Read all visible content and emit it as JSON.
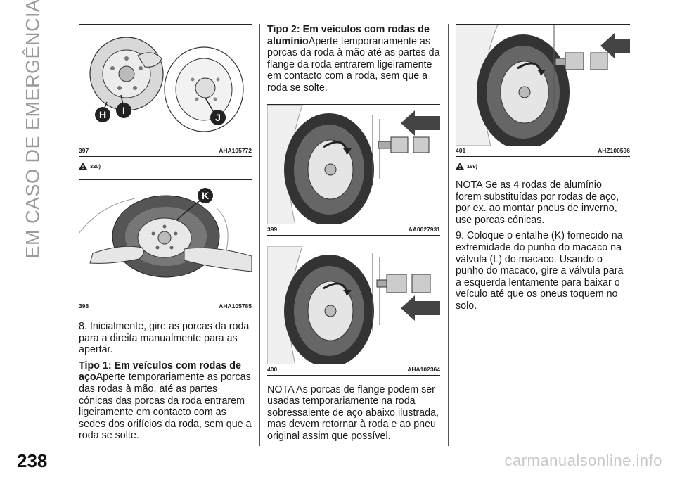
{
  "side_title": "EM CASO DE EMERGÊNCIA",
  "page_number": "238",
  "watermark": "carmanualsonline.info",
  "col1": {
    "fig397": {
      "number": "397",
      "code": "AHA105772",
      "labels": [
        "H",
        "I",
        "J"
      ]
    },
    "ref1": "320)",
    "fig398": {
      "number": "398",
      "code": "AHA105785",
      "labels": [
        "K"
      ]
    },
    "step8": "8. Inicialmente, gire as porcas da roda para a direita manualmente para as apertar.",
    "tipo1_heading": "Tipo 1: Em veículos com rodas de aço",
    "tipo1_text": "Aperte temporariamente as porcas das rodas à mão, até as partes cónicas das porcas da roda entrarem ligeiramente em contacto com as sedes dos orifícios da roda, sem que a roda se solte."
  },
  "col2": {
    "tipo2_heading": "Tipo 2: Em veículos com rodas de alumínio",
    "tipo2_text": "Aperte temporariamente as porcas da roda à mão até as partes da flange da roda entrarem ligeiramente em contacto com a roda, sem que a roda se solte.",
    "fig399": {
      "number": "399",
      "code": "AA0027931"
    },
    "fig400": {
      "number": "400",
      "code": "AHA102364"
    },
    "nota_flange": "NOTA As porcas de flange podem ser usadas temporariamente na roda sobressalente de aço abaixo ilustrada, mas devem retornar à roda e ao pneu original assim que possível."
  },
  "col3": {
    "fig401": {
      "number": "401",
      "code": "AHZ100596"
    },
    "ref2": "169)",
    "nota_aluminio": "NOTA Se as 4 rodas de alumínio forem substituídas por rodas de aço, por ex. ao montar pneus de inverno, use porcas cónicas.",
    "step9": "9. Coloque o entalhe (K) fornecido na extremidade do punho do macaco na válvula (L) do macaco. Usando o punho do macaco, gire a válvula para a esquerda lentamente para baixar o veículo até que os pneus toquem no solo."
  }
}
